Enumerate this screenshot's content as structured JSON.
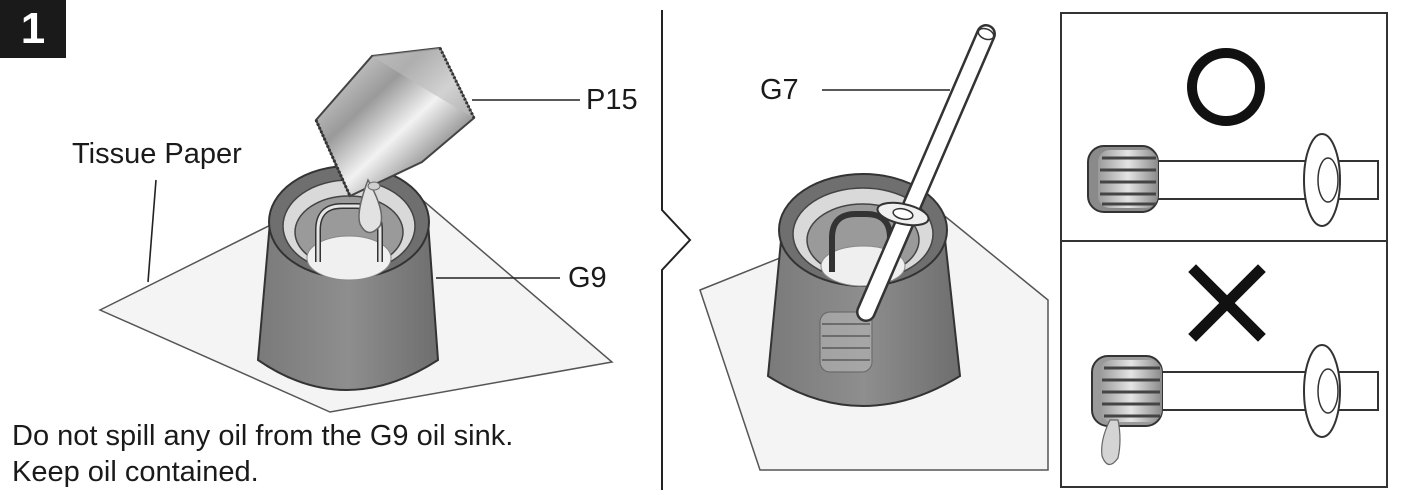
{
  "step": {
    "number": "1"
  },
  "labels": {
    "tissue_paper": "Tissue Paper",
    "p15": "P15",
    "g9": "G9",
    "g7": "G7"
  },
  "caption": {
    "line1": "Do not spill any oil from the G9 oil sink.",
    "line2": "Keep oil contained."
  },
  "marks": {
    "correct": "O",
    "wrong": "✕"
  },
  "icons": [
    "oil-pouch-icon",
    "oil-drop-icon",
    "oil-sink-icon",
    "applicator-rod-icon",
    "check-circle-icon",
    "cross-icon"
  ]
}
